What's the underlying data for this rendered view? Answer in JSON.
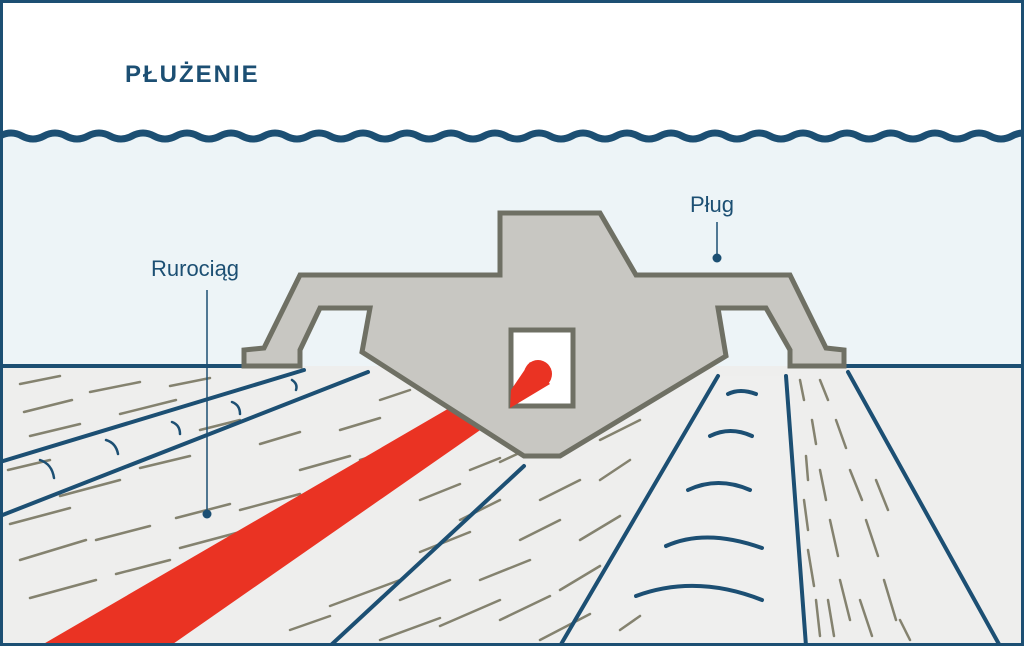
{
  "title": "PŁUŻENIE",
  "labels": {
    "plow": "Pług",
    "pipeline": "Rurociąg"
  },
  "colors": {
    "frame": "#1c4f73",
    "water": "#edf4f7",
    "seabed": "#eeeeed",
    "plow_fill": "#c8c7c2",
    "plow_stroke": "#6f7064",
    "pipe": "#ea3323",
    "sediment_lines": "#84826f"
  },
  "icons": [
    "wave-line",
    "plow-shape",
    "pipeline",
    "trench-furrow"
  ]
}
